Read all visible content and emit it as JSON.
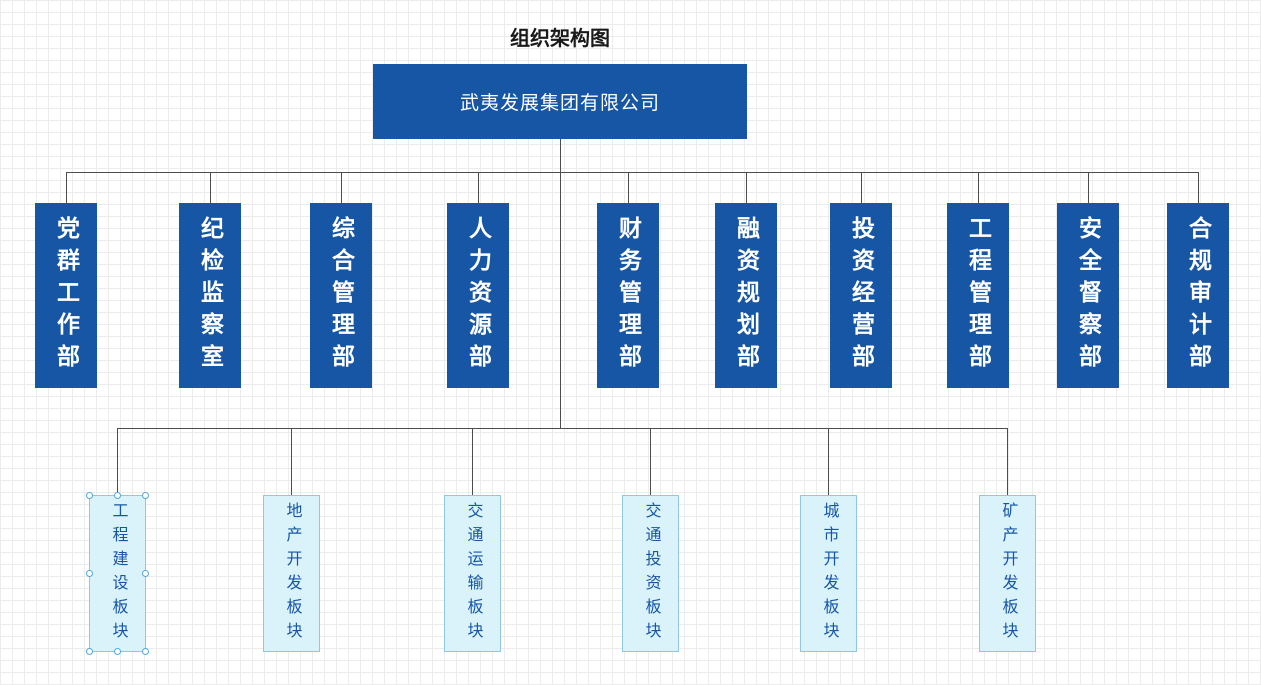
{
  "title": "组织架构图",
  "root": {
    "label": "武夷发展集团有限公司"
  },
  "departments": [
    {
      "label": "党群工作部"
    },
    {
      "label": "纪检监察室"
    },
    {
      "label": "综合管理部"
    },
    {
      "label": "人力资源部"
    },
    {
      "label": "财务管理部"
    },
    {
      "label": "融资规划部"
    },
    {
      "label": "投资经营部"
    },
    {
      "label": "工程管理部"
    },
    {
      "label": "安全督察部"
    },
    {
      "label": "合规审计部"
    }
  ],
  "sectors": [
    {
      "label": "工程建设板块",
      "selected": true
    },
    {
      "label": "地产开发板块",
      "selected": false
    },
    {
      "label": "交通运输板块",
      "selected": false
    },
    {
      "label": "交通投资板块",
      "selected": false
    },
    {
      "label": "城市开发板块",
      "selected": false
    },
    {
      "label": "矿产开发板块",
      "selected": false
    }
  ],
  "colors": {
    "node_fill": "#1656A5",
    "node_text": "#FFFFFF",
    "sector_fill": "#DAF2FA",
    "sector_border": "#8FC8E0",
    "sector_text": "#1656A5",
    "connector": "#4D4D4D",
    "selection_handle": "#55A7DC",
    "grid": "#ECECEC"
  }
}
